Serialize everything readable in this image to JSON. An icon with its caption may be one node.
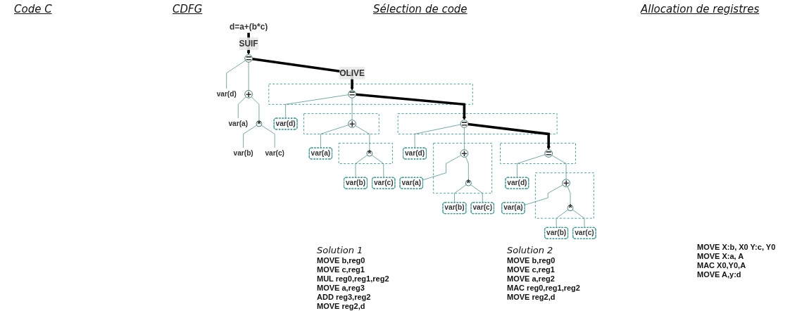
{
  "diagram": {
    "nodes": [
      {
        "text": [
          "d=a+(b*c)"
        ]
      },
      {
        "text": [
          "="
        ]
      },
      {
        "text": [
          "var(d)"
        ]
      },
      {
        "text": [
          "+"
        ]
      },
      {
        "text": [
          "var(a)"
        ]
      },
      {
        "text": [
          "*"
        ]
      },
      {
        "text": [
          "var(b)"
        ]
      },
      {
        "text": [
          "var(c)"
        ]
      },
      {
        "text": [],
        "shape": "box"
      },
      {
        "text": [
          "="
        ],
        "in": 8
      },
      {
        "text": [
          "var(d)"
        ]
      },
      {
        "text": [],
        "shape": "box"
      },
      {
        "text": [
          "+"
        ],
        "in": 11
      },
      {
        "text": [
          "var(a)"
        ]
      },
      {
        "text": [],
        "shape": "box"
      },
      {
        "text": [
          "*"
        ],
        "in": 14
      },
      {
        "text": [
          "var(b)"
        ]
      },
      {
        "text": [
          "var(c)"
        ]
      },
      {
        "text": [],
        "shape": "box"
      },
      {
        "text": [
          "="
        ],
        "in": 18
      },
      {
        "text": [
          "var(d)"
        ]
      },
      {
        "text": [],
        "shape": "box"
      },
      {
        "text": [
          "+"
        ],
        "in": 21
      },
      {
        "text": [
          "var(a)"
        ]
      },
      {
        "text": [
          "*"
        ],
        "in": 21
      },
      {
        "text": [
          "var(b)"
        ]
      },
      {
        "text": [
          "var(c)"
        ]
      },
      {
        "text": [],
        "shape": "box"
      },
      {
        "text": [
          "="
        ],
        "in": 27
      },
      {
        "text": [
          "var(d)"
        ]
      },
      {
        "text": [],
        "shape": "box"
      },
      {
        "text": [
          "+"
        ],
        "in": 30
      },
      {
        "text": [
          "var(a)"
        ]
      },
      {
        "text": [
          "*"
        ],
        "in": 30
      },
      {
        "text": [
          "var(b)"
        ]
      },
      {
        "text": [
          "var(c)"
        ]
      }
    ],
    "edges": [
      {
        "from": 0,
        "to": 1,
        "arrow": "to",
        "label": "SUIF",
        "style": "thick",
        "color": "#000000"
      },
      {
        "from": 1,
        "to": 2,
        "arrow": "none"
      },
      {
        "from": 1,
        "to": 3,
        "arrow": "none"
      },
      {
        "from": 3,
        "to": 4,
        "arrow": "none"
      },
      {
        "from": 3,
        "to": 5,
        "arrow": "none"
      },
      {
        "from": 5,
        "to": 6,
        "arrow": "none"
      },
      {
        "from": 5,
        "to": 7,
        "arrow": "none"
      },
      {
        "from": 1,
        "to": 9,
        "arrow": "to",
        "label": "OLIVE",
        "style": "thick",
        "color": "#000000"
      },
      {
        "from": 9,
        "to": 10,
        "arrow": "none"
      },
      {
        "from": 9,
        "to": 12,
        "arrow": "none"
      },
      {
        "from": 12,
        "to": 13,
        "arrow": "none"
      },
      {
        "from": 12,
        "to": 15,
        "arrow": "none"
      },
      {
        "from": 15,
        "to": 16,
        "arrow": "none"
      },
      {
        "from": 15,
        "to": 17,
        "arrow": "none"
      },
      {
        "from": 9,
        "to": 19,
        "arrow": "to",
        "style": "thick",
        "color": "#000000"
      },
      {
        "from": 19,
        "to": 20,
        "arrow": "none"
      },
      {
        "from": 19,
        "to": 22,
        "arrow": "none"
      },
      {
        "from": 22,
        "to": 23,
        "arrow": "none"
      },
      {
        "from": 22,
        "to": 24,
        "arrow": "none"
      },
      {
        "from": 24,
        "to": 25,
        "arrow": "none"
      },
      {
        "from": 24,
        "to": 26,
        "arrow": "none"
      },
      {
        "from": 19,
        "to": 28,
        "arrow": "to",
        "style": "thick",
        "color": "#000000"
      },
      {
        "from": 28,
        "to": 29,
        "arrow": "none"
      },
      {
        "from": 28,
        "to": 31,
        "arrow": "none"
      },
      {
        "from": 31,
        "to": 32,
        "arrow": "none"
      },
      {
        "from": 31,
        "to": 33,
        "arrow": "none"
      },
      {
        "from": 33,
        "to": 34,
        "arrow": "none"
      },
      {
        "from": 33,
        "to": 35,
        "arrow": "none"
      }
    ],
    "labels": [
      "Code C",
      "CDFG",
      "Sélection de code",
      "Allocation de registres",
      "Solution 1",
      "Solution 2",
      "MOVE b,reg0",
      "MOVE c,reg1",
      "MUL reg0,reg1,reg2",
      "MOVE a,reg3",
      "ADD reg3,reg2",
      "MOVE reg2,d",
      "MOVE b,reg0",
      "MOVE c,reg1",
      "MOVE a,reg2",
      "MAC reg0,reg1,reg2",
      "MOVE reg2,d",
      "MOVE X:b, X0 Y:c, Y0",
      "MOVE X:a, A",
      "MAC X0,Y0,A",
      "MOVE A,y:d"
    ]
  }
}
